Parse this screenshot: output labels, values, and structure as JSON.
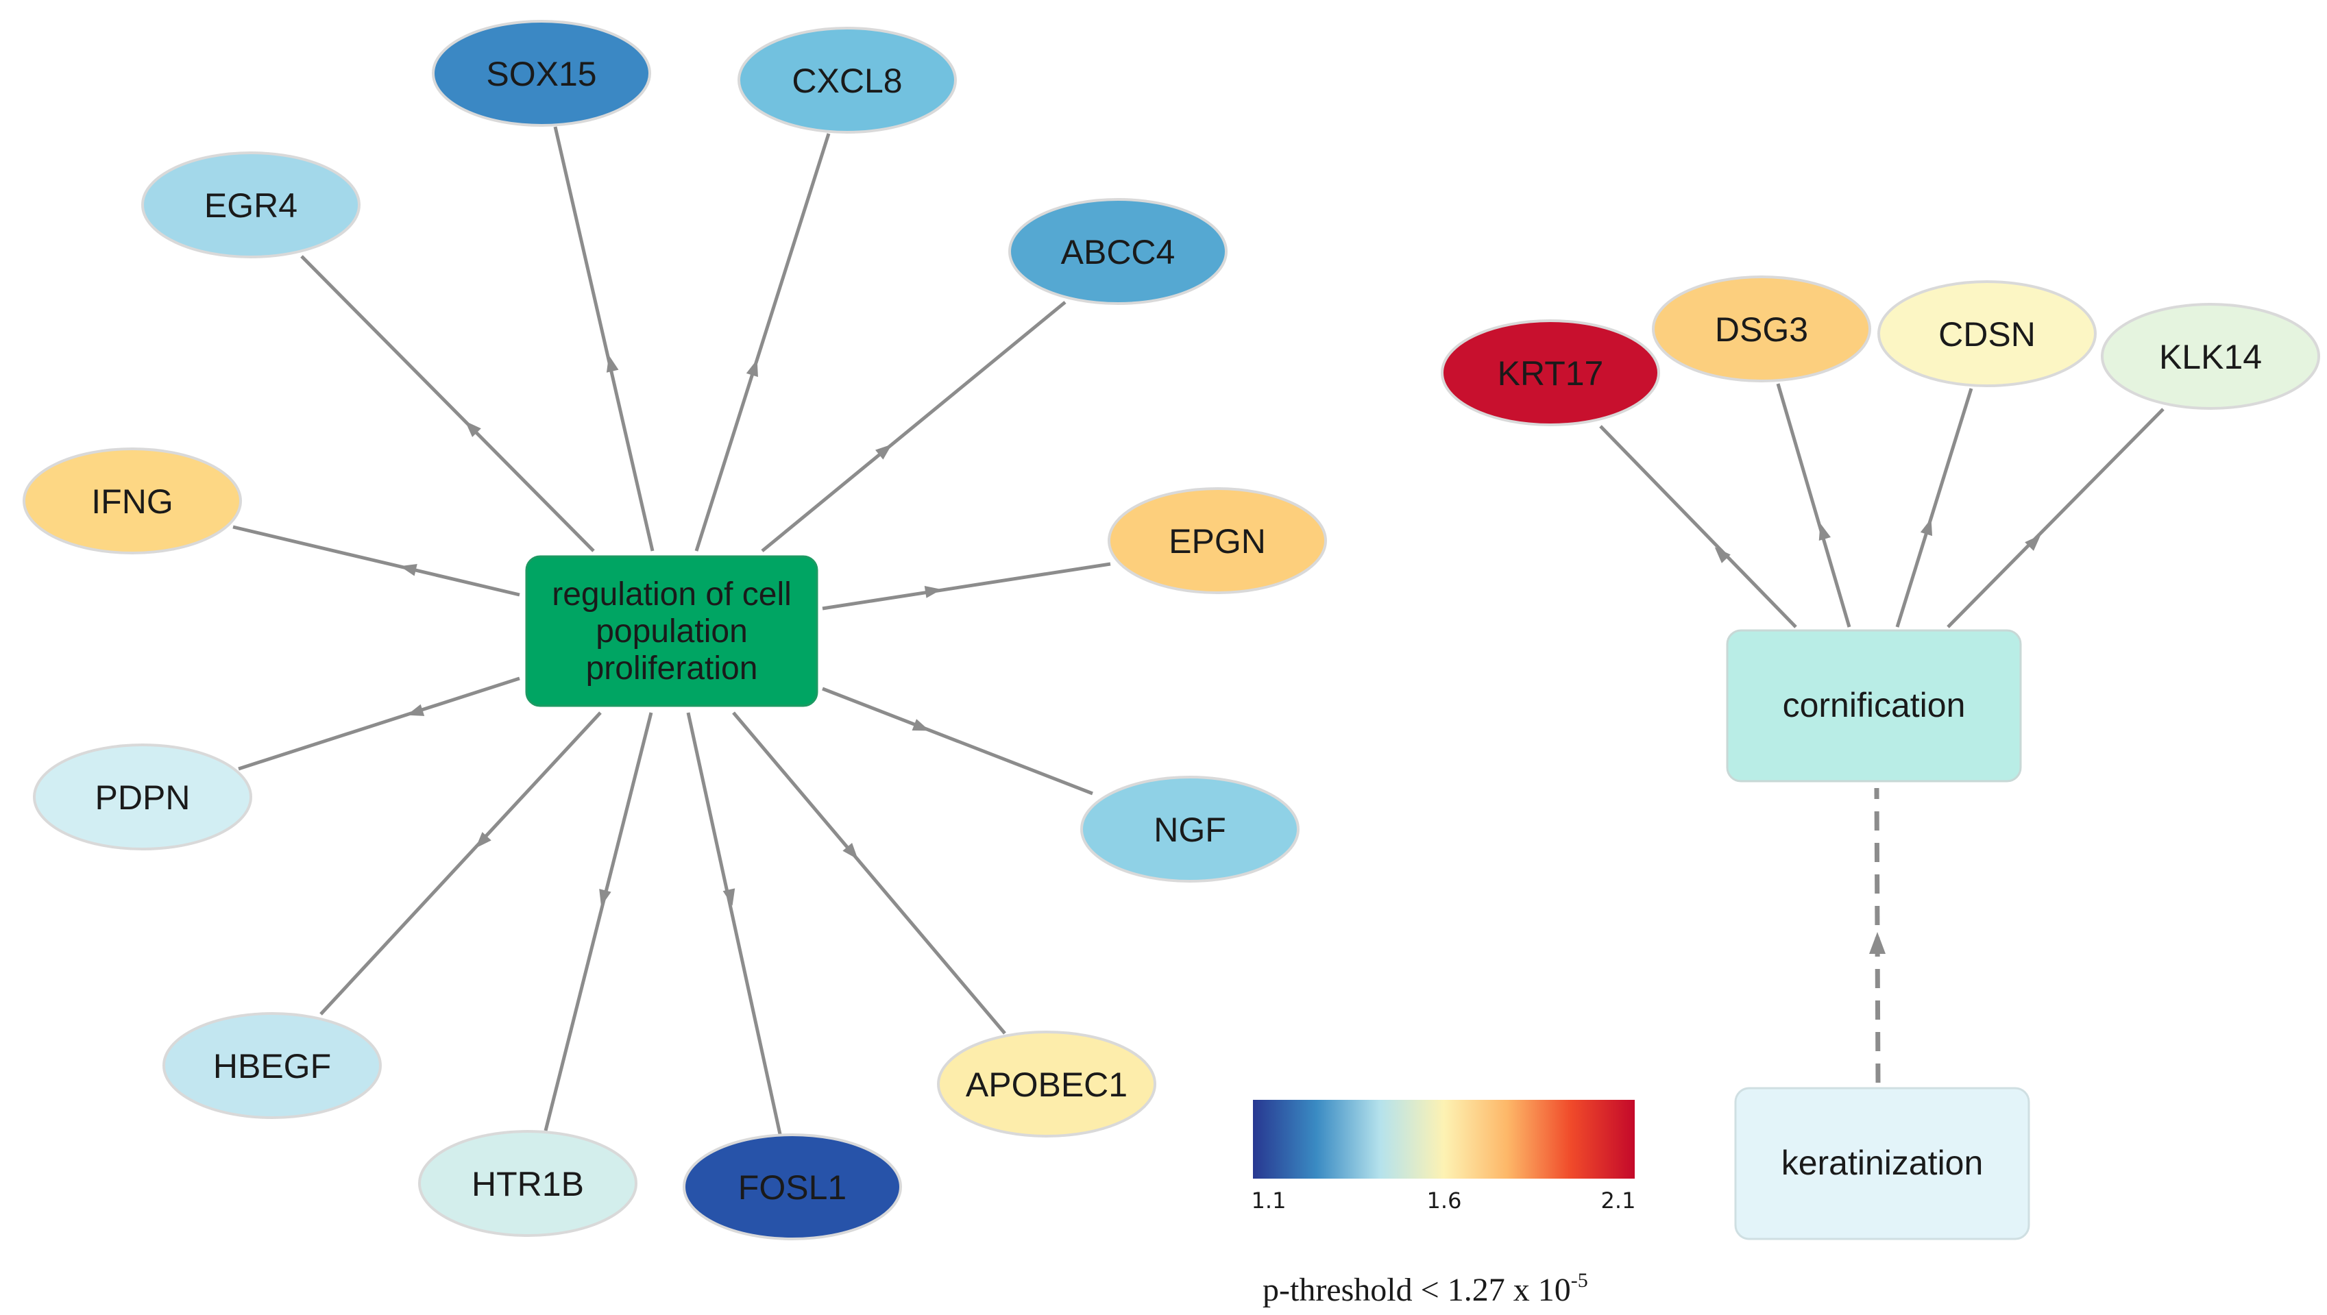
{
  "hub": {
    "label_lines": [
      "regulation of cell",
      "population",
      "proliferation"
    ],
    "color": "#00a563"
  },
  "genes": [
    {
      "id": "sox15",
      "label": "SOX15",
      "color": "#3b88c4"
    },
    {
      "id": "cxcl8",
      "label": "CXCL8",
      "color": "#72c1df"
    },
    {
      "id": "egr4",
      "label": "EGR4",
      "color": "#a3d8ea"
    },
    {
      "id": "abcc4",
      "label": "ABCC4",
      "color": "#55a8d2"
    },
    {
      "id": "ifng",
      "label": "IFNG",
      "color": "#fdd784"
    },
    {
      "id": "epgn",
      "label": "EPGN",
      "color": "#fdcf7c"
    },
    {
      "id": "pdpn",
      "label": "PDPN",
      "color": "#d2eef3"
    },
    {
      "id": "ngf",
      "label": "NGF",
      "color": "#8fd1e6"
    },
    {
      "id": "hbegf",
      "label": "HBEGF",
      "color": "#c2e6f0"
    },
    {
      "id": "apobec1",
      "label": "APOBEC1",
      "color": "#fdedab"
    },
    {
      "id": "htr1b",
      "label": "HTR1B",
      "color": "#d3eeec"
    },
    {
      "id": "fosl1",
      "label": "FOSL1",
      "color": "#2753a9"
    }
  ],
  "cornification": {
    "label": "cornification",
    "color": "#b9ede6",
    "genes": [
      {
        "id": "krt17",
        "label": "KRT17",
        "color": "#c8102e"
      },
      {
        "id": "dsg3",
        "label": "DSG3",
        "color": "#fccf7e"
      },
      {
        "id": "cdsn",
        "label": "CDSN",
        "color": "#fcf6c4"
      },
      {
        "id": "klk14",
        "label": "KLK14",
        "color": "#e5f4df"
      }
    ]
  },
  "keratinization": {
    "label": "keratinization",
    "color": "#e3f4f9"
  },
  "legend": {
    "min_label": "1.1",
    "mid_label": "1.6",
    "max_label": "2.1",
    "stops": [
      "#283891",
      "#3a8bc3",
      "#b5e2ec",
      "#fdf2b3",
      "#fdb768",
      "#f04a2a",
      "#c4092a"
    ]
  },
  "threshold": {
    "prefix": "p-threshold < 1.27 x 10",
    "exponent": "-5"
  }
}
